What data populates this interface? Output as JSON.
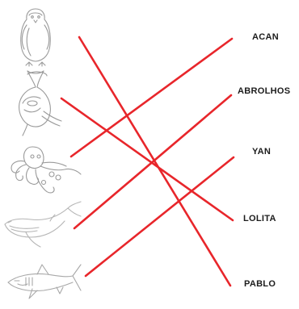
{
  "exercise": {
    "animals": [
      {
        "name": "penguin-icon"
      },
      {
        "name": "orca-icon"
      },
      {
        "name": "octopus-icon"
      },
      {
        "name": "humpback-whale-icon"
      },
      {
        "name": "shark-icon"
      }
    ],
    "names": [
      {
        "label": "ACAN"
      },
      {
        "label": "ABROLHOS"
      },
      {
        "label": "YAN"
      },
      {
        "label": "LOLITA"
      },
      {
        "label": "PABLO"
      }
    ],
    "line_color": "#e8262b",
    "drawing_color": "#9a9a9a"
  }
}
